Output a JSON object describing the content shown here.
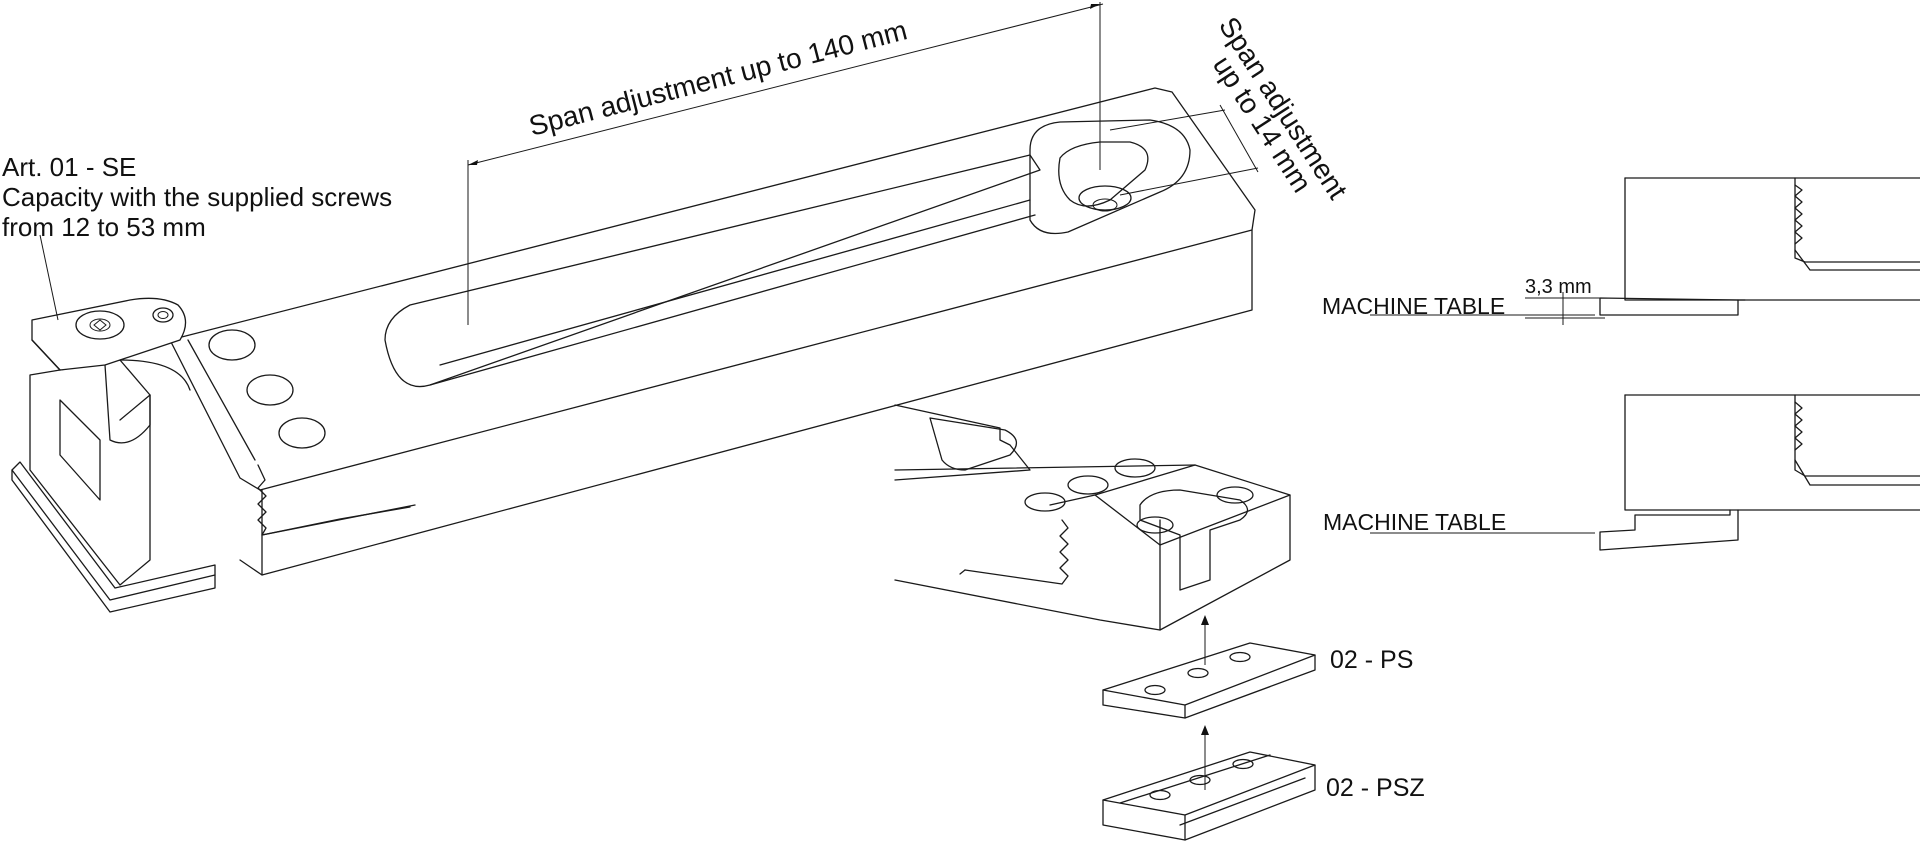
{
  "labels": {
    "art_line1": "Art. 01 - SE",
    "art_line2": "Capacity with the supplied screws",
    "art_line3": "from 12 to 53 mm",
    "span_long": "Span adjustment up to 140 mm",
    "span_short_line1": "Span adjustment",
    "span_short_line2": "up to 14 mm",
    "machine_table_top": "MACHINE TABLE",
    "machine_table_bottom": "MACHINE TABLE",
    "dimension_3_3": "3,3 mm",
    "part_ps": "02 - PS",
    "part_psz": "02 - PSZ"
  }
}
